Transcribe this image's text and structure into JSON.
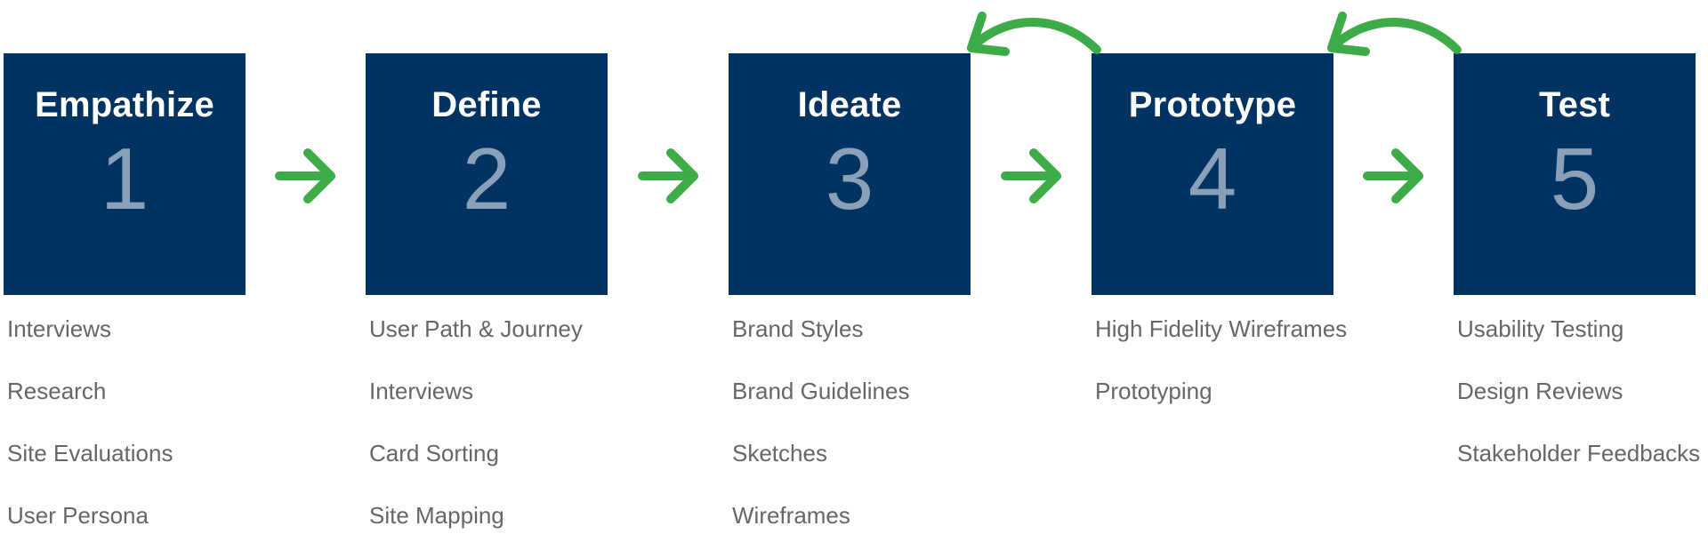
{
  "colors": {
    "box": "#003262",
    "title": "#ffffff",
    "number": "#8a9fb8",
    "text": "#666666",
    "arrow": "#3cab48"
  },
  "steps": [
    {
      "title": "Empathize",
      "number": "1",
      "activities": [
        "Interviews",
        "Research",
        "Site Evaluations",
        "User Persona"
      ]
    },
    {
      "title": "Define",
      "number": "2",
      "activities": [
        "User Path & Journey",
        "Interviews",
        "Card Sorting",
        "Site Mapping"
      ]
    },
    {
      "title": "Ideate",
      "number": "3",
      "activities": [
        "Brand Styles",
        "Brand Guidelines",
        "Sketches",
        "Wireframes"
      ]
    },
    {
      "title": "Prototype",
      "number": "4",
      "activities": [
        "High Fidelity Wireframes",
        "Prototyping"
      ]
    },
    {
      "title": "Test",
      "number": "5",
      "activities": [
        "Usability Testing",
        "Design Reviews",
        "Stakeholder Feedbacks"
      ]
    }
  ]
}
